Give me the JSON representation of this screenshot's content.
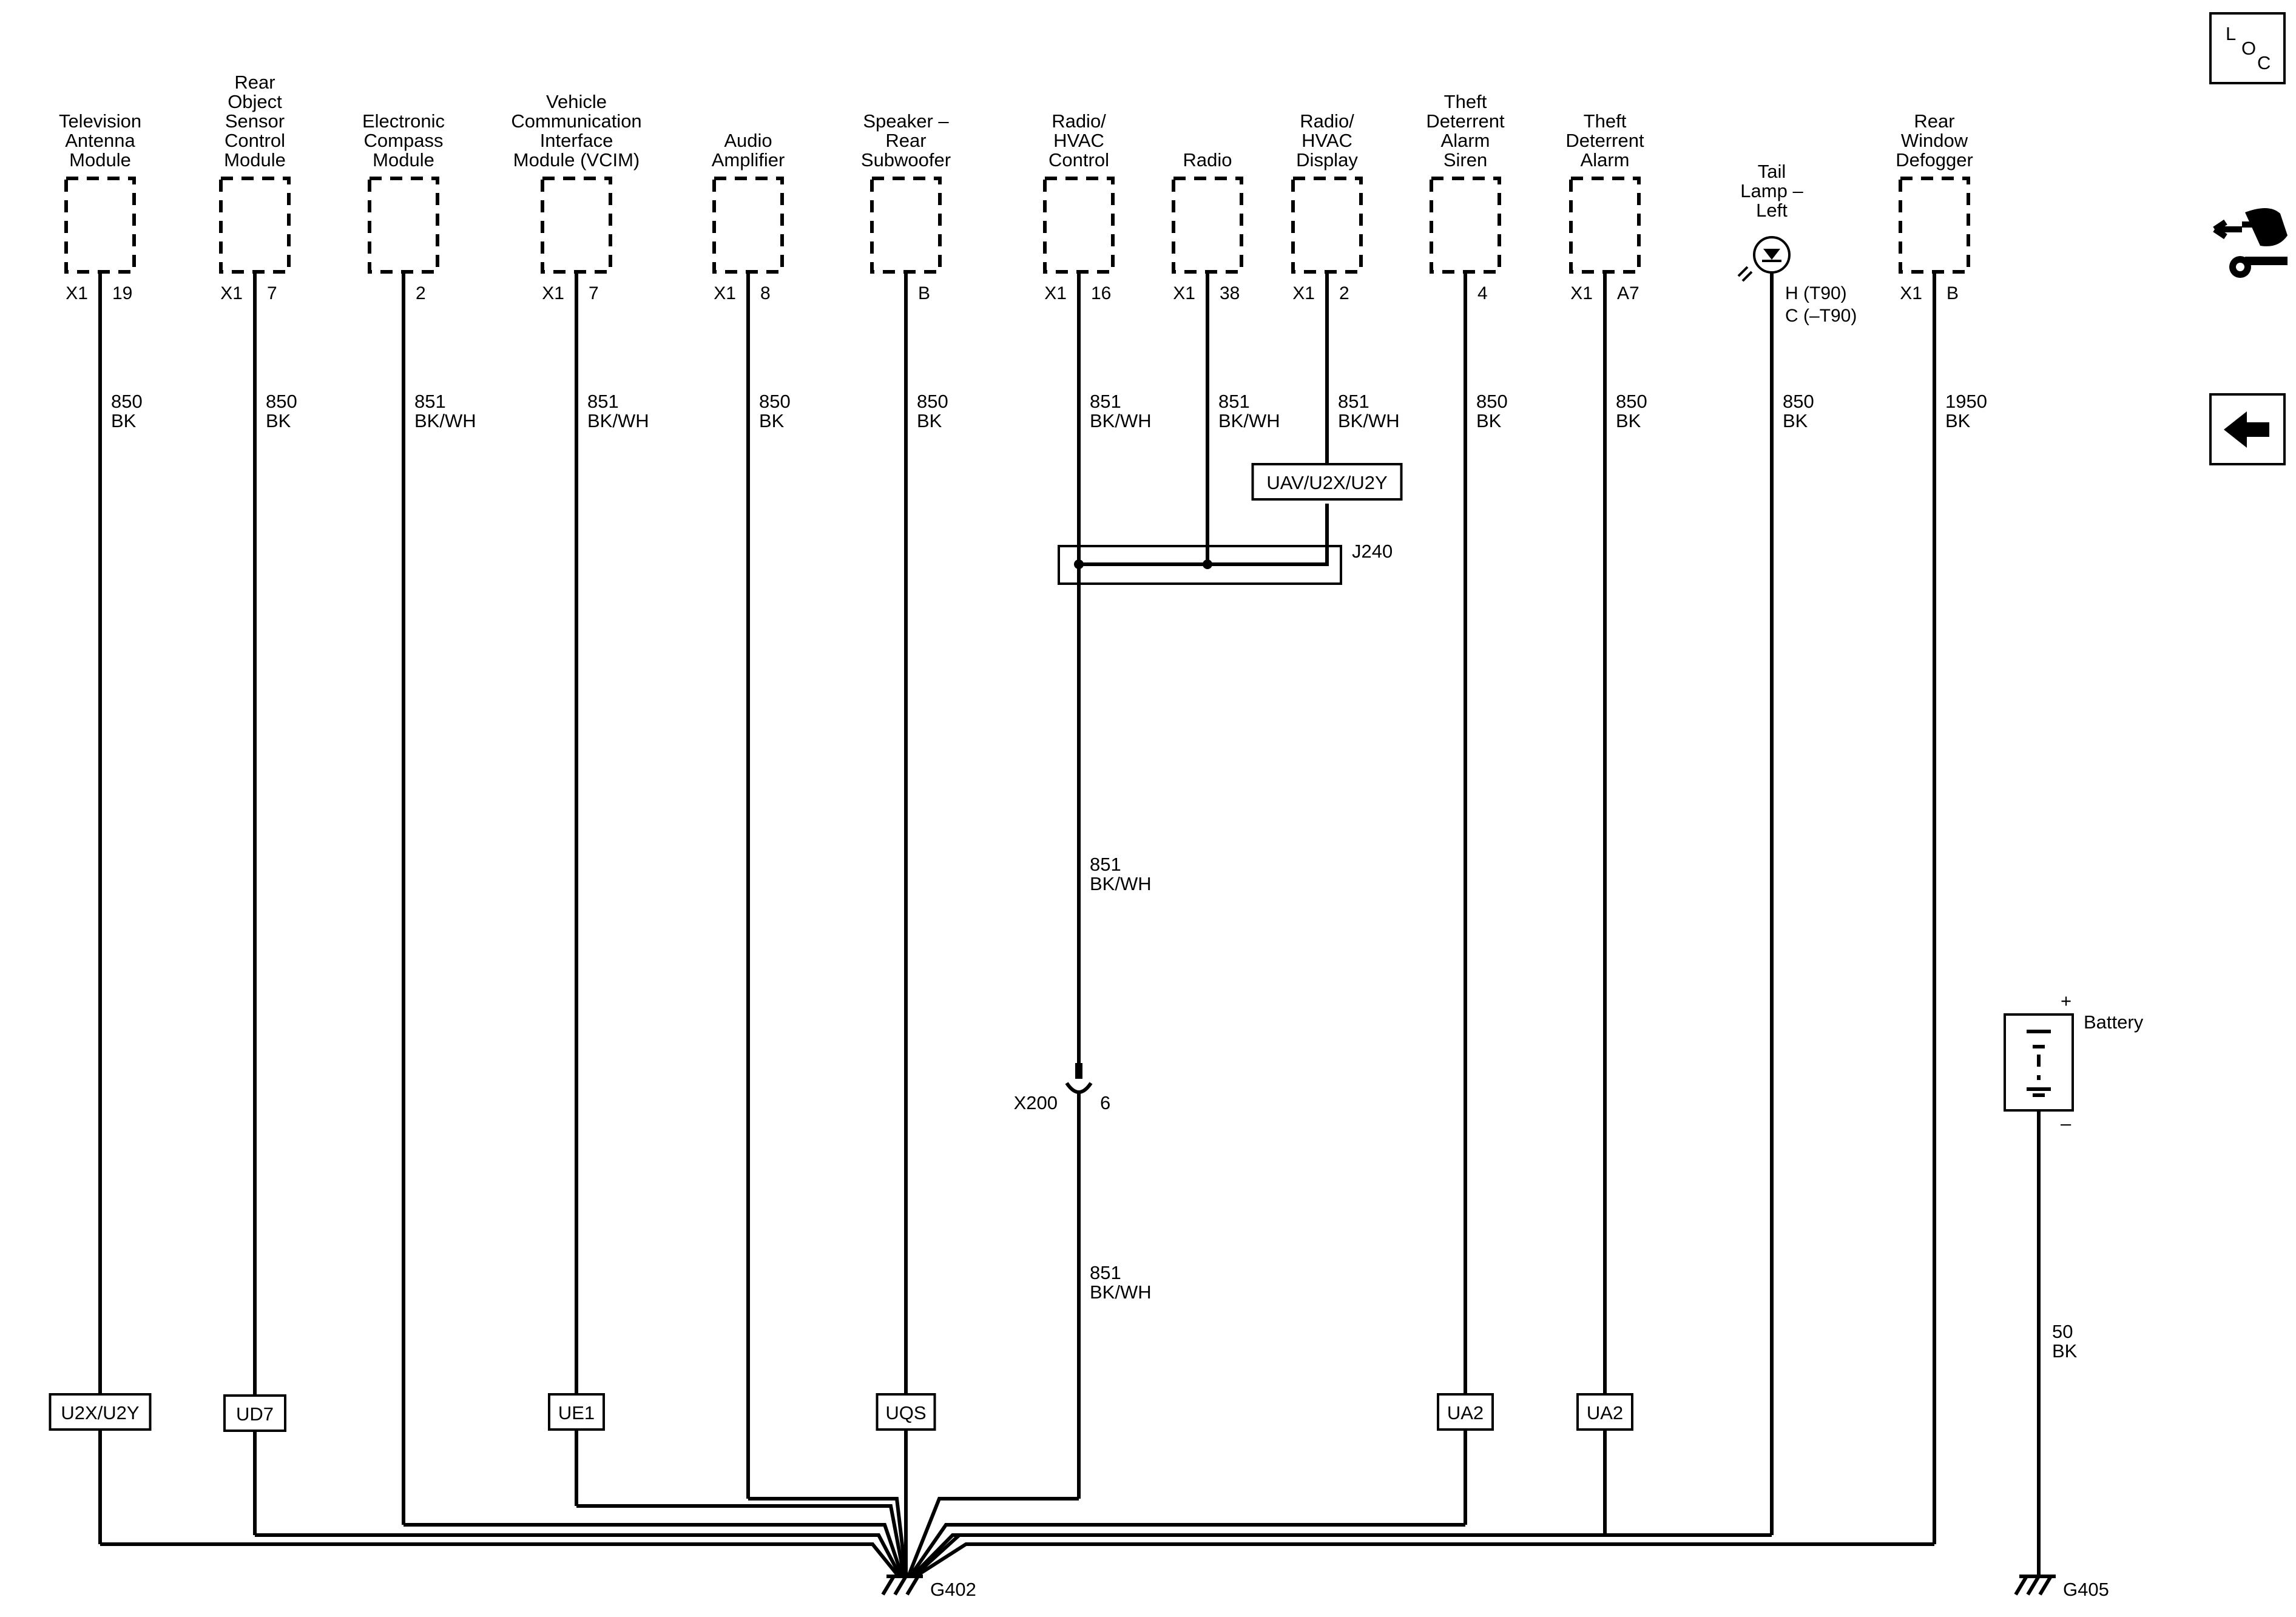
{
  "components": [
    {
      "name": [
        "Television",
        "Antenna",
        "Module"
      ],
      "pins": [
        "X1",
        "19"
      ],
      "circuit": [
        "850",
        "BK"
      ],
      "option": "U2X/U2Y"
    },
    {
      "name": [
        "Rear",
        "Object",
        "Sensor",
        "Control",
        "Module"
      ],
      "pins": [
        "X1",
        "7"
      ],
      "circuit": [
        "850",
        "BK"
      ],
      "option": "UD7"
    },
    {
      "name": [
        "Electronic",
        "Compass",
        "Module"
      ],
      "pins": [
        "",
        "2"
      ],
      "circuit": [
        "851",
        "BK/WH"
      ],
      "option": ""
    },
    {
      "name": [
        "Vehicle",
        "Communication",
        "Interface",
        "Module (VCIM)"
      ],
      "pins": [
        "X1",
        "7"
      ],
      "circuit": [
        "851",
        "BK/WH"
      ],
      "option": "UE1"
    },
    {
      "name": [
        "Audio",
        "Amplifier"
      ],
      "pins": [
        "X1",
        "8"
      ],
      "circuit": [
        "850",
        "BK"
      ],
      "option": ""
    },
    {
      "name": [
        "Speaker –",
        "Rear",
        "Subwoofer"
      ],
      "pins": [
        "",
        "B"
      ],
      "circuit": [
        "850",
        "BK"
      ],
      "option": "UQS"
    },
    {
      "name": [
        "Radio/",
        "HVAC",
        "Control"
      ],
      "pins": [
        "X1",
        "16"
      ],
      "circuit": [
        "851",
        "BK/WH"
      ],
      "option": ""
    },
    {
      "name": [
        "Radio"
      ],
      "pins": [
        "X1",
        "38"
      ],
      "circuit": [
        "851",
        "BK/WH"
      ],
      "option": ""
    },
    {
      "name": [
        "Radio/",
        "HVAC",
        "Display"
      ],
      "pins": [
        "X1",
        "2"
      ],
      "circuit": [
        "851",
        "BK/WH"
      ],
      "option": "UAV/U2X/U2Y"
    },
    {
      "name": [
        "Theft",
        "Deterrent",
        "Alarm",
        "Siren"
      ],
      "pins": [
        "",
        "4"
      ],
      "circuit": [
        "850",
        "BK"
      ],
      "option": "UA2"
    },
    {
      "name": [
        "Theft",
        "Deterrent",
        "Alarm"
      ],
      "pins": [
        "X1",
        "A7"
      ],
      "circuit": [
        "850",
        "BK"
      ],
      "option": "UA2"
    },
    {
      "name": [
        "Tail",
        "Lamp –",
        "Left"
      ],
      "pins": [
        "H (T90)",
        "C (–T90)"
      ],
      "circuit": [
        "850",
        "BK"
      ],
      "option": ""
    },
    {
      "name": [
        "Rear",
        "Window",
        "Defogger"
      ],
      "pins": [
        "X1",
        "B"
      ],
      "circuit": [
        "1950",
        "BK"
      ],
      "option": ""
    }
  ],
  "splice": "J240",
  "inline_connector": {
    "name": "X200",
    "pin": "6"
  },
  "trunk_circuit": [
    "851",
    "BK/WH"
  ],
  "ground_main": "G402",
  "battery": {
    "label": "Battery",
    "plus": "+",
    "minus": "–",
    "circuit": [
      "50",
      "BK"
    ],
    "ground": "G405"
  },
  "nav": {
    "loc_l": "L",
    "loc_o": "O",
    "loc_c": "C"
  }
}
